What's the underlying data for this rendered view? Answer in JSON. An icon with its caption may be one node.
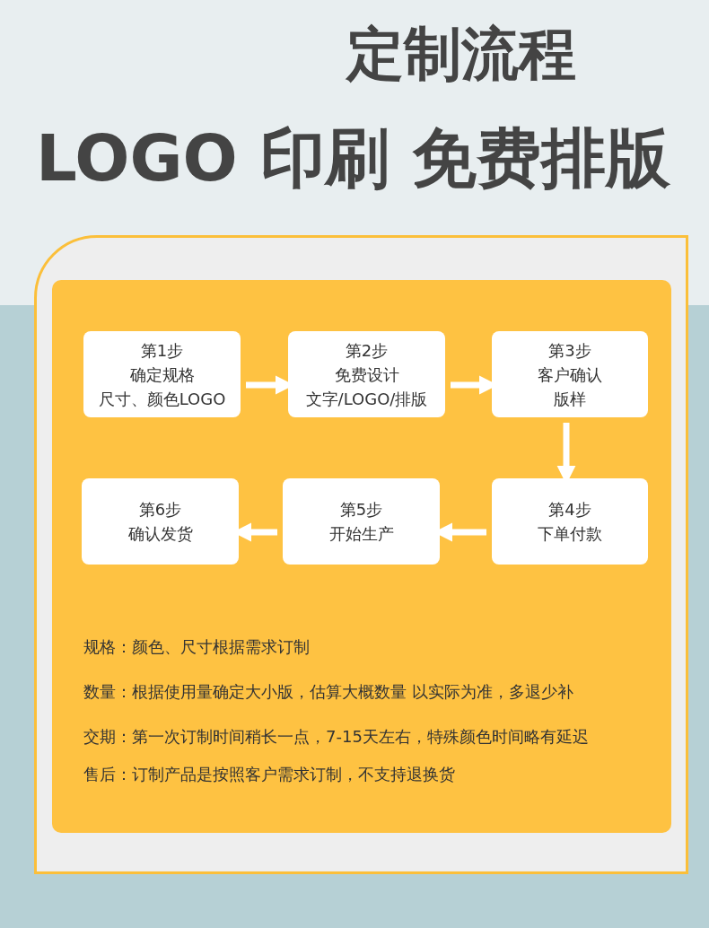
{
  "diagram": {
    "title": "定制流程",
    "nodes": [
      {
        "text": [
          "第1步",
          "确定规格",
          "尺寸、颜色LOGO"
        ]
      },
      {
        "text": [
          "第2步",
          "免费设计",
          "文字/LOGO/排版"
        ]
      },
      {
        "text": [
          "第3步",
          "客户确认",
          "版样"
        ]
      },
      {
        "text": [
          "第4步",
          "下单付款"
        ]
      },
      {
        "text": [
          "第5步",
          "开始生产"
        ]
      },
      {
        "text": [
          "第6步",
          "确认发货"
        ]
      }
    ],
    "edges": [
      {
        "from": 0,
        "to": 1,
        "arrow": "to"
      },
      {
        "from": 1,
        "to": 2,
        "arrow": "to"
      },
      {
        "from": 2,
        "to": 3,
        "arrow": "to"
      },
      {
        "from": 3,
        "to": 4,
        "arrow": "to"
      },
      {
        "from": 4,
        "to": 5,
        "arrow": "to"
      }
    ],
    "labels": [
      "LOGO 印刷 免费排版",
      "规格：颜色、尺寸根据需求订制",
      "数量：根据使用量确定大小版，估算大概数量 以实际为准，多退少补",
      "交期：第一次订制时间稍长一点，7-15天左右，特殊颜色时间略有延迟",
      "售后：订制产品是按照客户需求订制，不支持退换货"
    ]
  }
}
